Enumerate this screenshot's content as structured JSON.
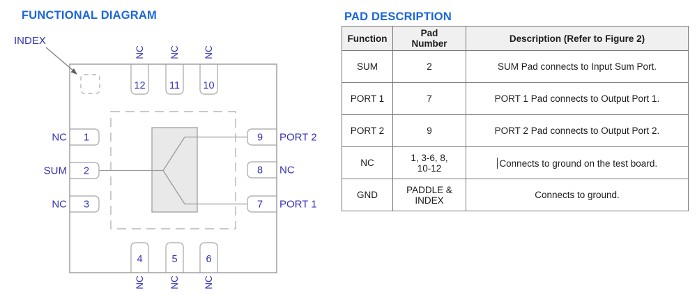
{
  "titles": {
    "left": "FUNCTIONAL DIAGRAM",
    "right": "PAD DESCRIPTION"
  },
  "diagram": {
    "index_label": "INDEX",
    "top_pins": [
      {
        "number": "12",
        "label": "NC"
      },
      {
        "number": "11",
        "label": "NC"
      },
      {
        "number": "10",
        "label": "NC"
      }
    ],
    "left_pins": [
      {
        "number": "1",
        "label": "NC"
      },
      {
        "number": "2",
        "label": "SUM"
      },
      {
        "number": "3",
        "label": "NC"
      }
    ],
    "right_pins": [
      {
        "number": "9",
        "label": "PORT 2"
      },
      {
        "number": "8",
        "label": "NC"
      },
      {
        "number": "7",
        "label": "PORT 1"
      }
    ],
    "bottom_pins": [
      {
        "number": "4",
        "label": "NC"
      },
      {
        "number": "5",
        "label": "NC"
      },
      {
        "number": "6",
        "label": "NC"
      }
    ]
  },
  "table": {
    "headers": {
      "function": "Function",
      "pad_number": "Pad\nNumber",
      "description": "Description (Refer to Figure 2)"
    },
    "rows": [
      {
        "function": "SUM",
        "pad": "2",
        "description": "SUM Pad connects to Input Sum Port."
      },
      {
        "function": "PORT 1",
        "pad": "7",
        "description": "PORT 1 Pad connects to Output Port 1."
      },
      {
        "function": "PORT 2",
        "pad": "9",
        "description": "PORT 2 Pad connects to Output Port 2."
      },
      {
        "function": "NC",
        "pad": "1, 3-6, 8,\n10-12",
        "description": "Connects to ground on the test board."
      },
      {
        "function": "GND",
        "pad": "PADDLE &\nINDEX",
        "description": "Connects to ground."
      }
    ]
  },
  "colors": {
    "title_blue": "#1a66d9",
    "diagram_label_blue": "#3333b4",
    "outline_gray": "#9a9a9a",
    "pad_stroke_gray": "#b3b3b3",
    "dashed_gray": "#b5b5b5",
    "box_fill": "#e9e9e9",
    "box_stroke": "#a6a6a6",
    "table_border": "#777777",
    "header_bg": "#f0f0f0",
    "text_dark": "#1c1c1c"
  }
}
